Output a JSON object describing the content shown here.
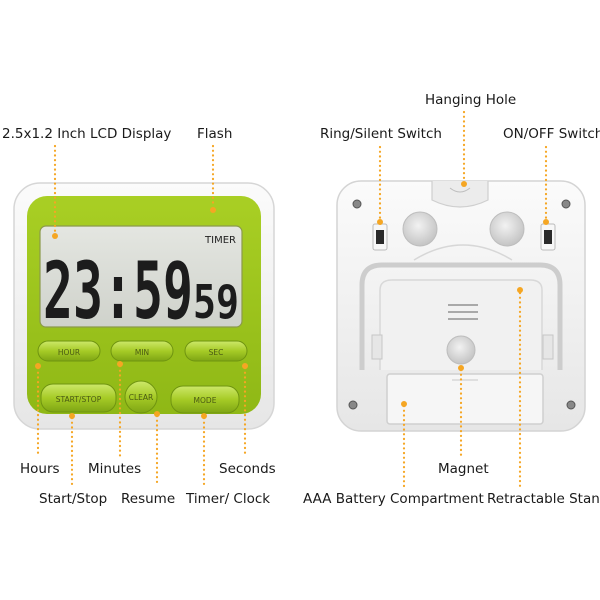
{
  "lcd": {
    "timer_label": "TIMER",
    "main_digits": "23:59",
    "small_digits": "59"
  },
  "buttons": {
    "hour": "HOUR",
    "min": "MIN",
    "sec": "SEC",
    "start_stop": "START/STOP",
    "clear": "CLEAR",
    "mode": "MODE"
  },
  "labels": {
    "lcd_display": "2.5x1.2 Inch LCD Display",
    "flash": "Flash",
    "hours": "Hours",
    "minutes": "Minutes",
    "seconds": "Seconds",
    "start_stop": "Start/Stop",
    "resume": "Resume",
    "timer_clock": "Timer/ Clock",
    "hanging_hole": "Hanging Hole",
    "ring_silent": "Ring/Silent Switch",
    "on_off": "ON/OFF Switch",
    "magnet": "Magnet",
    "battery": "AAA Battery Compartment",
    "stand": "Retractable Stand"
  },
  "colors": {
    "lime": "#9cc31c",
    "lime_dark": "#7fa312",
    "lcd_bg": "#d9dcd6",
    "body": "#f4f4f4",
    "leader": "#f5a623"
  }
}
